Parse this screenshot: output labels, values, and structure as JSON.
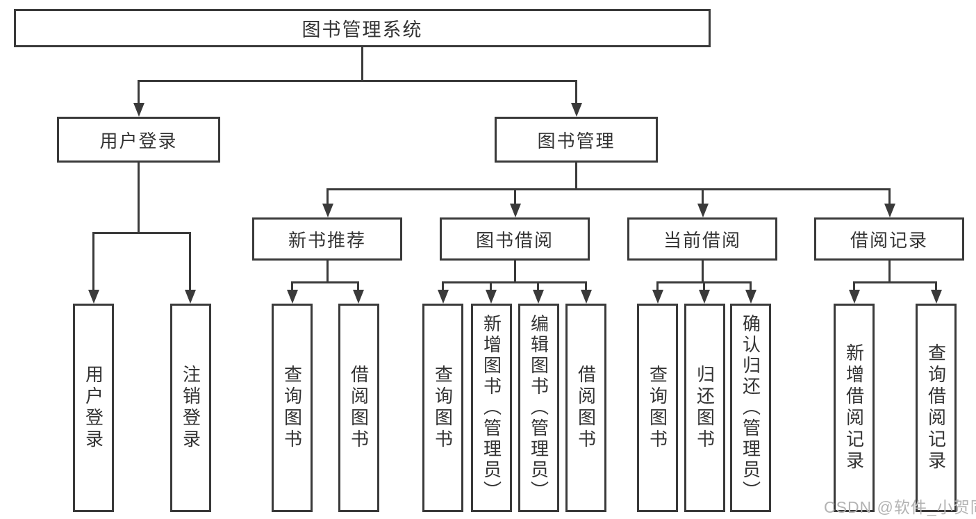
{
  "diagram_title": "图书管理系统",
  "colors": {
    "line": "#3a3a3a",
    "text": "#333333",
    "watermark_text_color": "#b3b3b3",
    "background": "#ffffff"
  },
  "nodes": {
    "root": {
      "label": "图书管理系统"
    },
    "level1": [
      {
        "label": "用户登录",
        "parent": "图书管理系统"
      },
      {
        "label": "图书管理",
        "parent": "图书管理系统"
      }
    ],
    "level2": [
      {
        "label": "新书推荐",
        "parent": "图书管理"
      },
      {
        "label": "图书借阅",
        "parent": "图书管理"
      },
      {
        "label": "当前借阅",
        "parent": "图书管理"
      },
      {
        "label": "借阅记录",
        "parent": "图书管理"
      }
    ],
    "leaves": [
      {
        "label": "用户登录",
        "parent": "用户登录"
      },
      {
        "label": "注销登录",
        "parent": "用户登录"
      },
      {
        "label": "查询图书",
        "parent": "新书推荐"
      },
      {
        "label": "借阅图书",
        "parent": "新书推荐"
      },
      {
        "label": "查询图书",
        "parent": "图书借阅"
      },
      {
        "label": "新增图书（管理员）",
        "parent": "图书借阅"
      },
      {
        "label": "编辑图书（管理员）",
        "parent": "图书借阅"
      },
      {
        "label": "借阅图书",
        "parent": "图书借阅"
      },
      {
        "label": "查询图书",
        "parent": "当前借阅"
      },
      {
        "label": "归还图书",
        "parent": "当前借阅"
      },
      {
        "label": "确认归还（管理员）",
        "parent": "当前借阅"
      },
      {
        "label": "新增借阅记录",
        "parent": "借阅记录"
      },
      {
        "label": "查询借阅记录",
        "parent": "借阅记录"
      }
    ]
  },
  "watermark": {
    "text": "CSDN @软件_小贺同学"
  }
}
